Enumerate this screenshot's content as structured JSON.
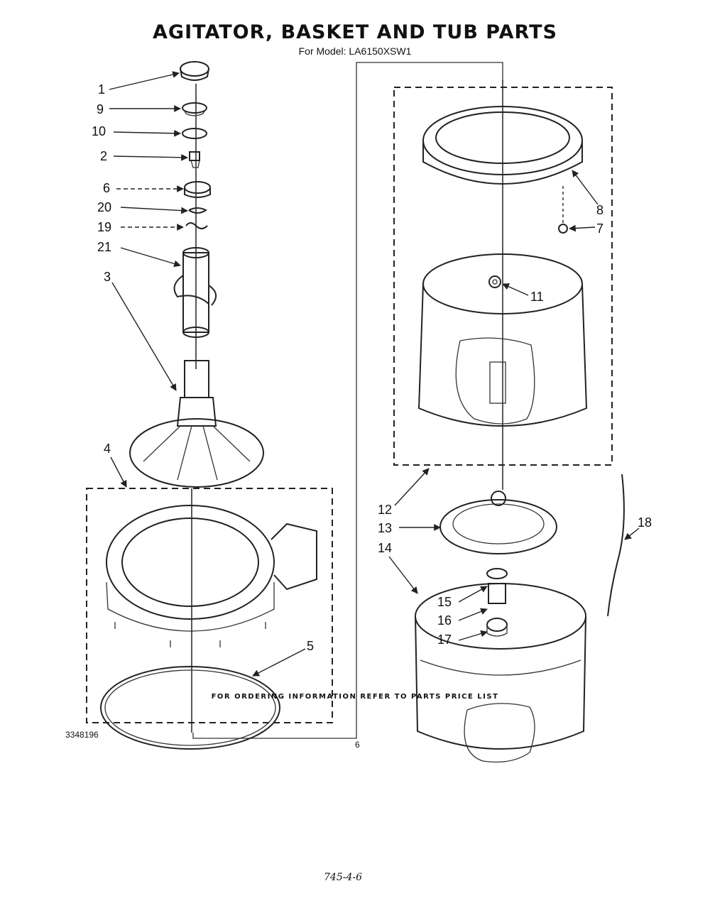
{
  "title": "AGITATOR, BASKET AND TUB PARTS",
  "subtitle": "For Model: LA6150XSW1",
  "footer_note": "FOR ORDERING INFORMATION REFER TO PARTS PRICE LIST",
  "doc_number": "3348196",
  "page_number": "6",
  "handwritten_note": "745-4-6",
  "callouts": [
    {
      "id": "1"
    },
    {
      "id": "9"
    },
    {
      "id": "10"
    },
    {
      "id": "2"
    },
    {
      "id": "6"
    },
    {
      "id": "20"
    },
    {
      "id": "19"
    },
    {
      "id": "21"
    },
    {
      "id": "3"
    },
    {
      "id": "4"
    },
    {
      "id": "5"
    },
    {
      "id": "8"
    },
    {
      "id": "7"
    },
    {
      "id": "11"
    },
    {
      "id": "12"
    },
    {
      "id": "13"
    },
    {
      "id": "14"
    },
    {
      "id": "15"
    },
    {
      "id": "16"
    },
    {
      "id": "17"
    },
    {
      "id": "18"
    }
  ]
}
